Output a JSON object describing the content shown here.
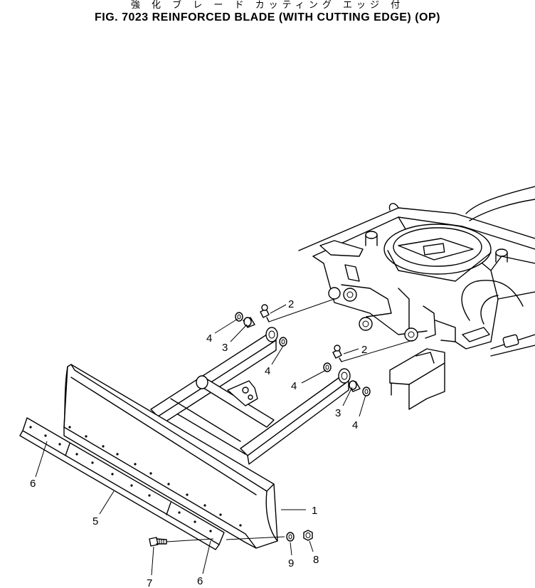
{
  "header": {
    "title_jp": "強 化 ブ レ ー ド カッティング エッジ 付",
    "title_en": "FIG. 7023  REINFORCED BLADE (WITH CUTTING EDGE) (OP)"
  },
  "callouts": [
    {
      "id": "c1",
      "label": "1"
    },
    {
      "id": "c2a",
      "label": "2"
    },
    {
      "id": "c2b",
      "label": "2"
    },
    {
      "id": "c3a",
      "label": "3"
    },
    {
      "id": "c3b",
      "label": "3"
    },
    {
      "id": "c4a",
      "label": "4"
    },
    {
      "id": "c4b",
      "label": "4"
    },
    {
      "id": "c4c",
      "label": "4"
    },
    {
      "id": "c4d",
      "label": "4"
    },
    {
      "id": "c5",
      "label": "5"
    },
    {
      "id": "c6a",
      "label": "6"
    },
    {
      "id": "c6b",
      "label": "6"
    },
    {
      "id": "c7",
      "label": "7"
    },
    {
      "id": "c8",
      "label": "8"
    },
    {
      "id": "c9",
      "label": "9"
    }
  ]
}
